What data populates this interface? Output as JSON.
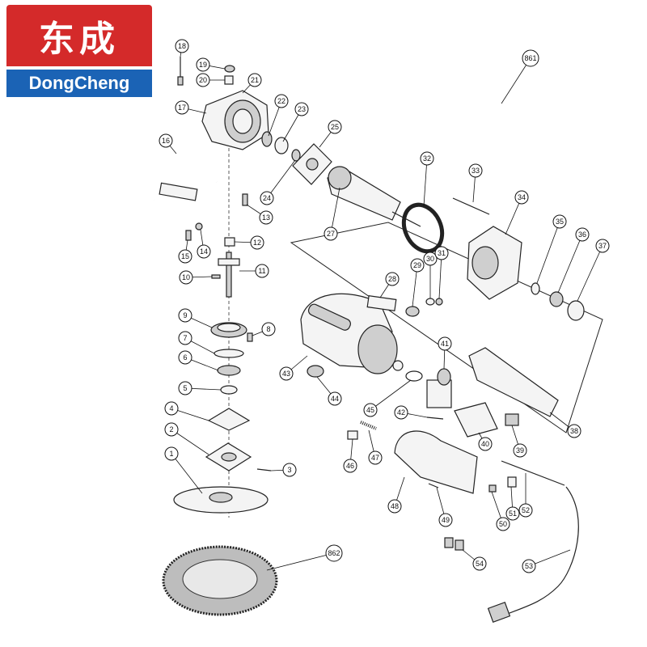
{
  "brand": {
    "name_cn": "东成",
    "name_en": "DongCheng",
    "red": "#d42a2a",
    "blue": "#1b63b5"
  },
  "callouts": [
    "18",
    "19",
    "20",
    "21",
    "17",
    "22",
    "23",
    "25",
    "16",
    "24",
    "13",
    "27",
    "32",
    "33",
    "34",
    "35",
    "36",
    "37",
    "12",
    "15",
    "14",
    "10",
    "11",
    "28",
    "29",
    "30",
    "31",
    "9",
    "8",
    "7",
    "6",
    "5",
    "4",
    "2",
    "1",
    "3",
    "43",
    "44",
    "45",
    "41",
    "42",
    "38",
    "40",
    "39",
    "46",
    "47",
    "48",
    "49",
    "50",
    "51",
    "52",
    "53",
    "54",
    "861",
    "862"
  ]
}
